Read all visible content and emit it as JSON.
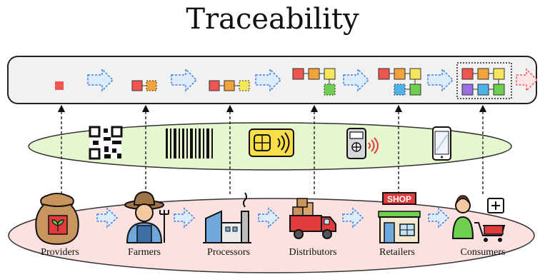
{
  "title": "Traceability",
  "actors": [
    {
      "key": "providers",
      "label": "Providers"
    },
    {
      "key": "farmers",
      "label": "Farmers"
    },
    {
      "key": "processors",
      "label": "Processors"
    },
    {
      "key": "distributors",
      "label": "Distributors"
    },
    {
      "key": "retailers",
      "label": "Retailers"
    },
    {
      "key": "consumers",
      "label": "Consumers"
    }
  ],
  "shop_sign": "SHOP",
  "technologies": [
    "qr-code-icon",
    "barcode-icon",
    "smart-card-icon",
    "rfid-reader-icon",
    "smartphone-icon"
  ],
  "colors": {
    "block_red": "#f0554f",
    "block_orange": "#f2a33a",
    "block_yellow": "#f5e65a",
    "block_green": "#6fd04f",
    "block_blue": "#4fb3e8",
    "block_purple": "#9a6fe0",
    "arrow_fill": "#dcecfb",
    "arrow_stroke": "#3f7fe0",
    "arrow_last": "#f05a5a",
    "ellipse_green": "#e6f6cf",
    "ellipse_pink": "#fbe1e0"
  }
}
